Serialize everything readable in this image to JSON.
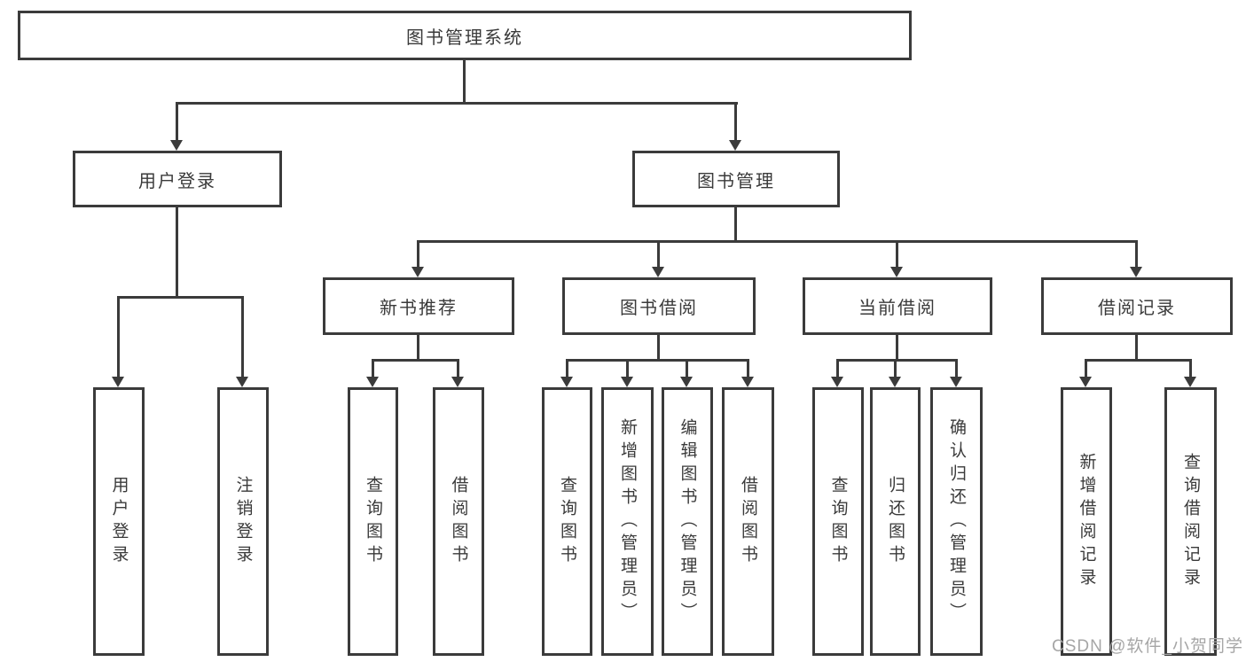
{
  "colors": {
    "line": "#3b3b3b",
    "text": "#3a3a3a",
    "watermark": "#a6a6a6",
    "background": "#ffffff"
  },
  "nodes": {
    "root": "图书管理系统",
    "user_login": "用户登录",
    "book_management": "图书管理",
    "new_book_recommend": "新书推荐",
    "book_borrow": "图书借阅",
    "current_borrow": "当前借阅",
    "borrow_records": "借阅记录"
  },
  "leaves": {
    "user_login": "用户登录",
    "logout_login": "注销登录",
    "recommend_query_books": "查询图书",
    "recommend_borrow_books": "借阅图书",
    "borrow_query_books": "查询图书",
    "borrow_add_books_admin": "新增图书（管理员）",
    "borrow_edit_books_admin": "编辑图书（管理员）",
    "borrow_borrow_books": "借阅图书",
    "current_query_books": "查询图书",
    "current_return_books": "归还图书",
    "current_confirm_return_admin": "确认归还（管理员）",
    "records_add_record": "新增借阅记录",
    "records_query_record": "查询借阅记录"
  },
  "watermark": "CSDN @软件_小贺同学"
}
